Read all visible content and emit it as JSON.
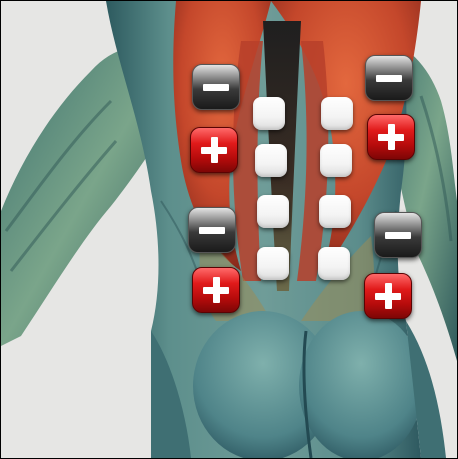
{
  "image": {
    "subject": "tens-electrode-back-placement",
    "background_color": "#e6e6e4",
    "skin_color": "#4f7f86",
    "muscle_red": "#c8452b"
  },
  "polarity_markers": [
    {
      "type": "negative",
      "symbol": "minus",
      "color": "#3a3a3a"
    },
    {
      "type": "positive",
      "symbol": "plus",
      "color": "#d41414"
    },
    {
      "type": "negative",
      "symbol": "minus",
      "color": "#3a3a3a"
    },
    {
      "type": "positive",
      "symbol": "plus",
      "color": "#d41414"
    },
    {
      "type": "negative",
      "symbol": "minus",
      "color": "#3a3a3a"
    },
    {
      "type": "positive",
      "symbol": "plus",
      "color": "#d41414"
    },
    {
      "type": "negative",
      "symbol": "minus",
      "color": "#3a3a3a"
    },
    {
      "type": "positive",
      "symbol": "plus",
      "color": "#d41414"
    }
  ],
  "electrode_pad_count": 8
}
